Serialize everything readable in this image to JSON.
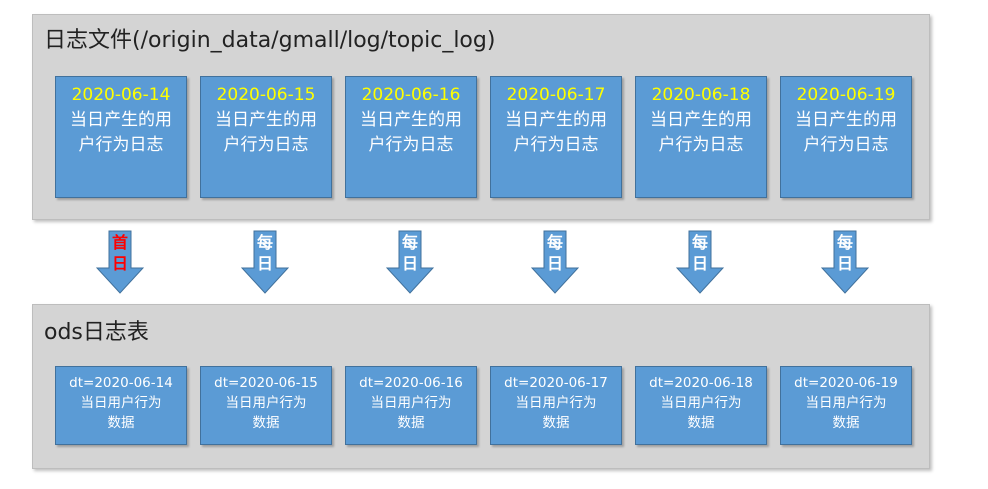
{
  "top": {
    "title": "日志文件(/origin_data/gmall/log/topic_log)",
    "boxes": [
      {
        "date": "2020-06-14",
        "desc": "当日产生的用户行为日志"
      },
      {
        "date": "2020-06-15",
        "desc": "当日产生的用户行为日志"
      },
      {
        "date": "2020-06-16",
        "desc": "当日产生的用户行为日志"
      },
      {
        "date": "2020-06-17",
        "desc": "当日产生的用户行为日志"
      },
      {
        "date": "2020-06-18",
        "desc": "当日产生的用户行为日志"
      },
      {
        "date": "2020-06-19",
        "desc": "当日产生的用户行为日志"
      }
    ]
  },
  "arrows": [
    {
      "line1": "首",
      "line2": "日",
      "color": "#ff0000"
    },
    {
      "line1": "每",
      "line2": "日",
      "color": "#ffffff"
    },
    {
      "line1": "每",
      "line2": "日",
      "color": "#ffffff"
    },
    {
      "line1": "每",
      "line2": "日",
      "color": "#ffffff"
    },
    {
      "line1": "每",
      "line2": "日",
      "color": "#ffffff"
    },
    {
      "line1": "每",
      "line2": "日",
      "color": "#ffffff"
    }
  ],
  "bottom": {
    "title": "ods日志表",
    "boxes": [
      {
        "dt": "dt=2020-06-14",
        "line2": "当日用户行为",
        "line3": "数据"
      },
      {
        "dt": "dt=2020-06-15",
        "line2": "当日用户行为",
        "line3": "数据"
      },
      {
        "dt": "dt=2020-06-16",
        "line2": "当日用户行为",
        "line3": "数据"
      },
      {
        "dt": "dt=2020-06-17",
        "line2": "当日用户行为",
        "line3": "数据"
      },
      {
        "dt": "dt=2020-06-18",
        "line2": "当日用户行为",
        "line3": "数据"
      },
      {
        "dt": "dt=2020-06-19",
        "line2": "当日用户行为",
        "line3": "数据"
      }
    ]
  },
  "colors": {
    "panel": "#d4d4d4",
    "box": "#5b9bd5",
    "date_text": "#ffff00",
    "first_arrow_text": "#ff0000"
  }
}
